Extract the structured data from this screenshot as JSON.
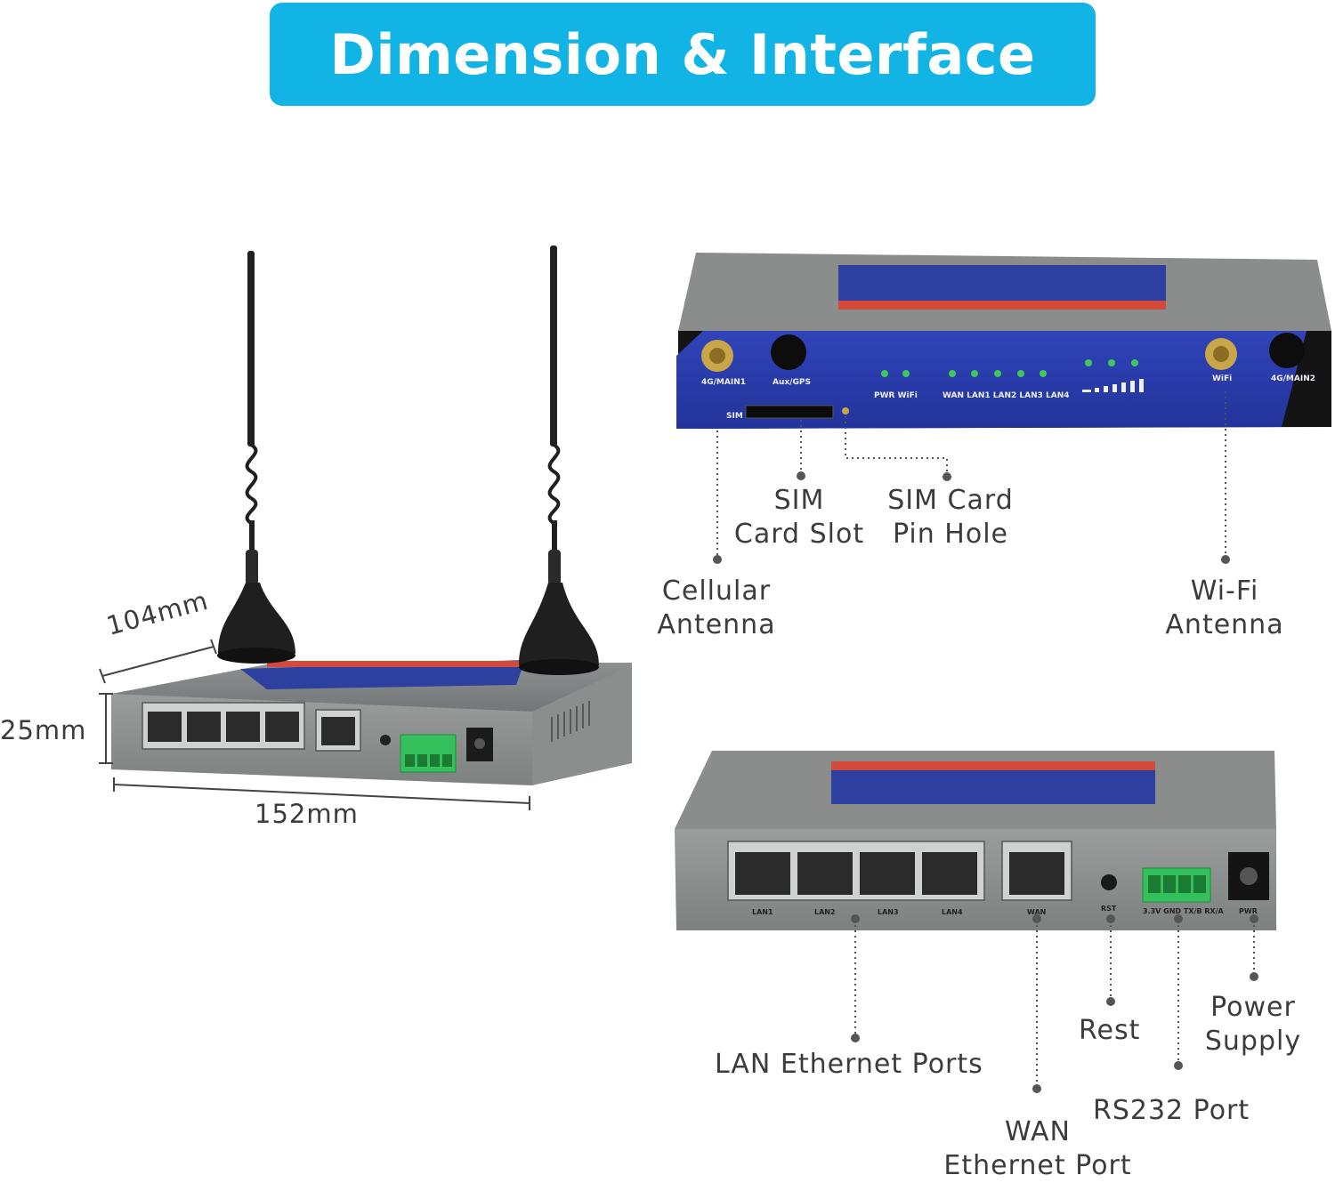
{
  "header": {
    "title": "Dimension & Interface"
  },
  "dimensions": {
    "depth": "104mm",
    "height": "25mm",
    "width": "152mm"
  },
  "front_panel": {
    "labels": {
      "main1": "4G/MAIN1",
      "aux": "Aux/GPS",
      "pwr_wifi": "PWR WiFi",
      "ports": "WAN LAN1 LAN2 LAN3 LAN4",
      "wifi": "WiFi",
      "main2": "4G/MAIN2",
      "sim": "SIM"
    },
    "callouts": {
      "sim_slot": "SIM\nCard Slot",
      "sim_pin": "SIM Card\nPin Hole",
      "cellular": "Cellular\nAntenna",
      "wifi_ant": "Wi-Fi\nAntenna"
    }
  },
  "rear_panel": {
    "port_labels": [
      "LAN1",
      "LAN2",
      "LAN3",
      "LAN4",
      "WAN",
      "RST",
      "3.3V GND TX/B RX/A",
      "PWR"
    ],
    "callouts": {
      "lan": "LAN Ethernet Ports",
      "wan": "WAN\nEthernet Port",
      "rest": "Rest",
      "rs232": "RS232 Port",
      "power": "Power\nSupply"
    }
  },
  "colors": {
    "banner": "#12b4e6",
    "device_gray": "#8a8d8c",
    "panel_blue": "#2b3fae",
    "terminal_green": "#2bb84a"
  }
}
